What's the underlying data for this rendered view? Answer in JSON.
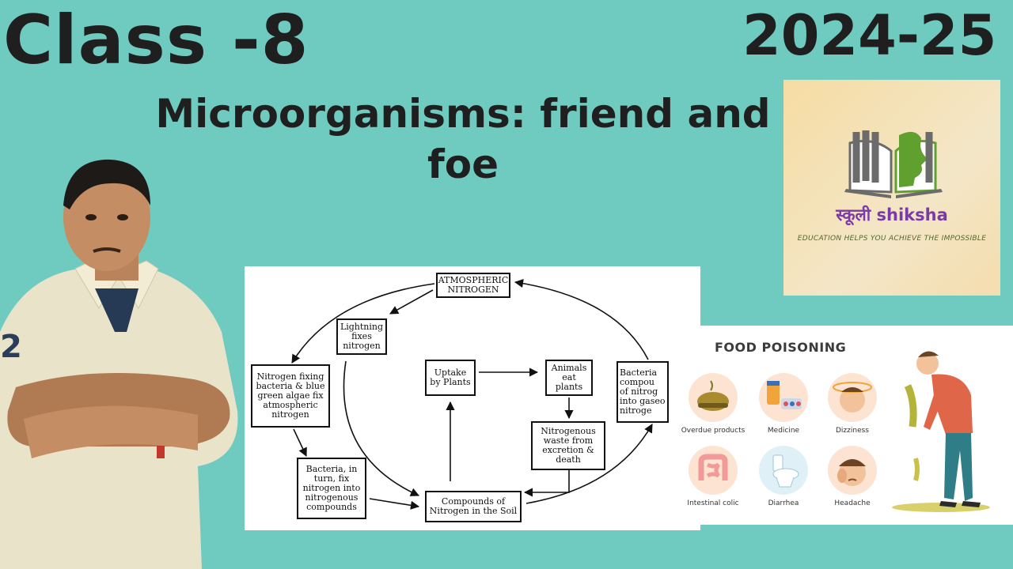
{
  "header": {
    "class_label": "Class -8",
    "year": "2024-25",
    "topic": "Microorganisms: friend and foe"
  },
  "logo": {
    "name": "स्कूली shiksha",
    "tagline": "EDUCATION HELPS YOU ACHIEVE THE IMPOSSIBLE",
    "colors": {
      "book_left": "#6b6b6b",
      "book_right": "#5fa02f",
      "name": "#7a3ba8"
    }
  },
  "nitrogen_cycle": {
    "nodes": {
      "atmospheric": "ATMOSPHERIC NITROGEN",
      "lightning": "Lightning fixes nitrogen",
      "fixing_bacteria": "Nitrogen fixing bacteria & blue green algae fix atmospheric nitrogen",
      "bacteria_turn": "Bacteria, in turn, fix nitrogen into nitrogenous compounds",
      "soil": "Compounds of Nitrogen in the Soil",
      "uptake": "Uptake by Plants",
      "animals": "Animals eat plants",
      "waste": "Nitrogenous waste from excretion & death",
      "bacteria_gas": "Bacteria compou of nitrog into gaseo nitroge"
    }
  },
  "food_poisoning": {
    "title": "FOOD POISONING",
    "items": [
      {
        "label": "Overdue products",
        "icon": "spoiled-food-icon"
      },
      {
        "label": "Medicine",
        "icon": "medicine-icon"
      },
      {
        "label": "Dizziness",
        "icon": "dizzy-face-icon"
      },
      {
        "label": "Intestinal colic",
        "icon": "intestine-icon"
      },
      {
        "label": "Diarrhea",
        "icon": "toilet-icon"
      },
      {
        "label": "Headache",
        "icon": "headache-face-icon"
      }
    ]
  }
}
